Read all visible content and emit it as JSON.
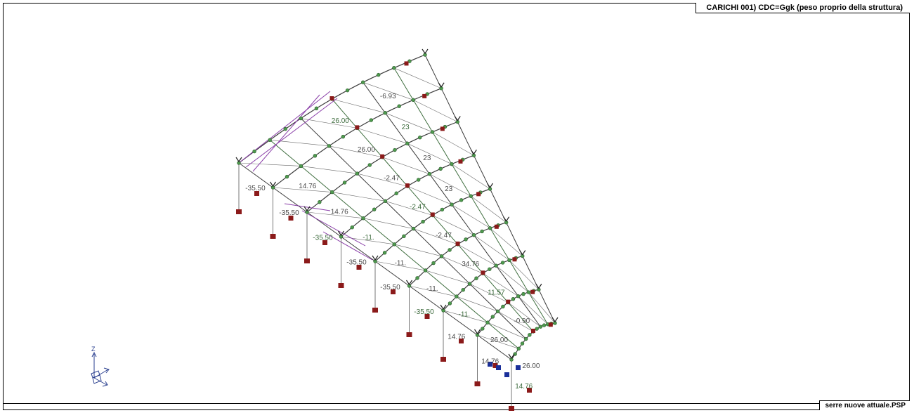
{
  "header": {
    "load_case_title": "CARICHI   001) CDC=Ggk (peso proprio della struttura)"
  },
  "footer": {
    "file_name": "serre nuove attuale.PSP"
  },
  "axis_triad": {
    "z_label": "Z"
  },
  "load_labels": [
    "-35.50",
    "-35.50",
    "-35.50",
    "-35.50",
    "-35.50",
    "-35.50",
    "14.76",
    "14.76",
    "14.76",
    "14.76",
    "14.76",
    "-11.",
    "-11.",
    "-11.",
    "-11.",
    "26.00",
    "26.00",
    "26.00",
    "26.00",
    "-2.47",
    "-2.47",
    "-2.47",
    "34.76",
    "11.57",
    "-0.90",
    "-6.93",
    "23",
    "23",
    "23"
  ],
  "colors": {
    "structure_line": "#3a3a3a",
    "member_green": "#3f6e3f",
    "brace_purple": "#8a3fa8",
    "support_red": "#8b1a1a",
    "support_blue": "#1a2f9a",
    "node_green": "#4e9a4e"
  }
}
